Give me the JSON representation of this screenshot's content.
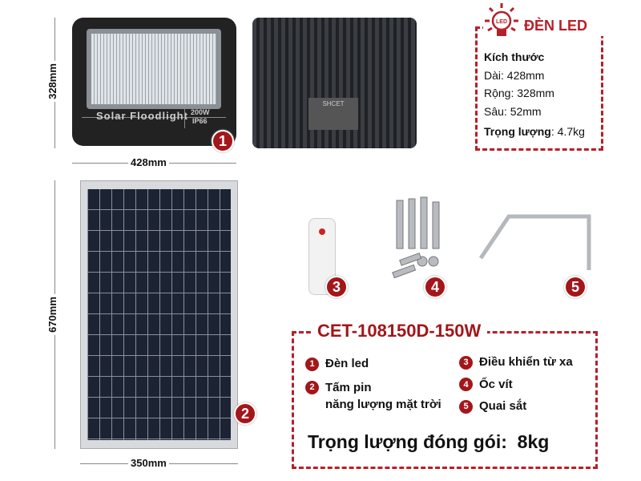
{
  "floodlight": {
    "label": "Solar Floodlight",
    "power": "200W",
    "rating": "IP66",
    "height_dim": "328mm",
    "width_dim": "428mm",
    "back_brand": "SHCET"
  },
  "panel": {
    "height_dim": "670mm",
    "width_dim": "350mm"
  },
  "badges": [
    "1",
    "2",
    "3",
    "4",
    "5"
  ],
  "spec_box": {
    "title": "ĐÈN LED",
    "icon": "lightbulb-led-icon",
    "icon_text": "LED",
    "size_heading": "Kích thước",
    "length": "Dài: 428mm",
    "width": "Rộng: 328mm",
    "depth": "Sâu: 52mm",
    "weight_label": "Trọng lượng",
    "weight_value": ": 4.7kg"
  },
  "package_box": {
    "model": "CET-108150D-150W",
    "items": [
      {
        "num": "1",
        "label": "Đèn led"
      },
      {
        "num": "2",
        "label": "Tấm pin",
        "label2": "năng lượng mặt trời"
      },
      {
        "num": "3",
        "label": "Điều khiển từ xa"
      },
      {
        "num": "4",
        "label": "Ốc vít"
      },
      {
        "num": "5",
        "label": "Quai sắt"
      }
    ],
    "package_weight": "Trọng lượng đóng gói:  8kg"
  },
  "colors": {
    "accent": "#b5202a",
    "badge": "#a3161a",
    "panel_cell": "#1c2433"
  }
}
